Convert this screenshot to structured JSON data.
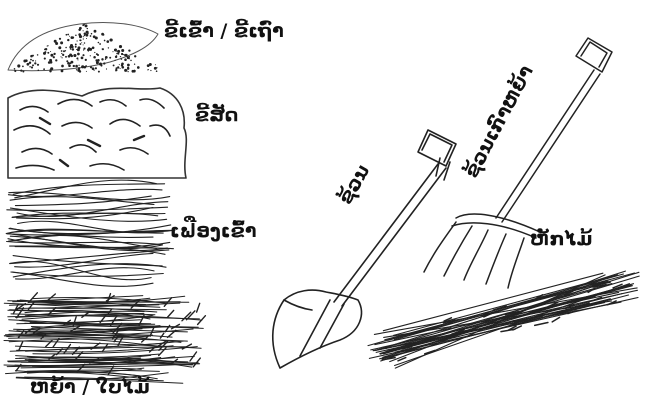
{
  "labels": {
    "rice_husk_ash": "ຂີ້ເຂົ້າ / ຂີ້ເຖົ່າ",
    "animal_dung": "ຂີ້ສັດ",
    "rice_straw": "ເຟືອງເຂົ້າ",
    "grass_leaves": "ຫຍ້າ / ໃບໄມ້",
    "shovel": "ຊ້ວນ",
    "pitchfork": "ຊ້ວນເກົາຫຍ້າ",
    "twigs": "ຫັກໄມ້"
  },
  "colors": {
    "ink": "#222222",
    "background": "#ffffff"
  },
  "icons": {
    "shovel": "shovel-icon",
    "pitchfork": "pitchfork-icon"
  }
}
